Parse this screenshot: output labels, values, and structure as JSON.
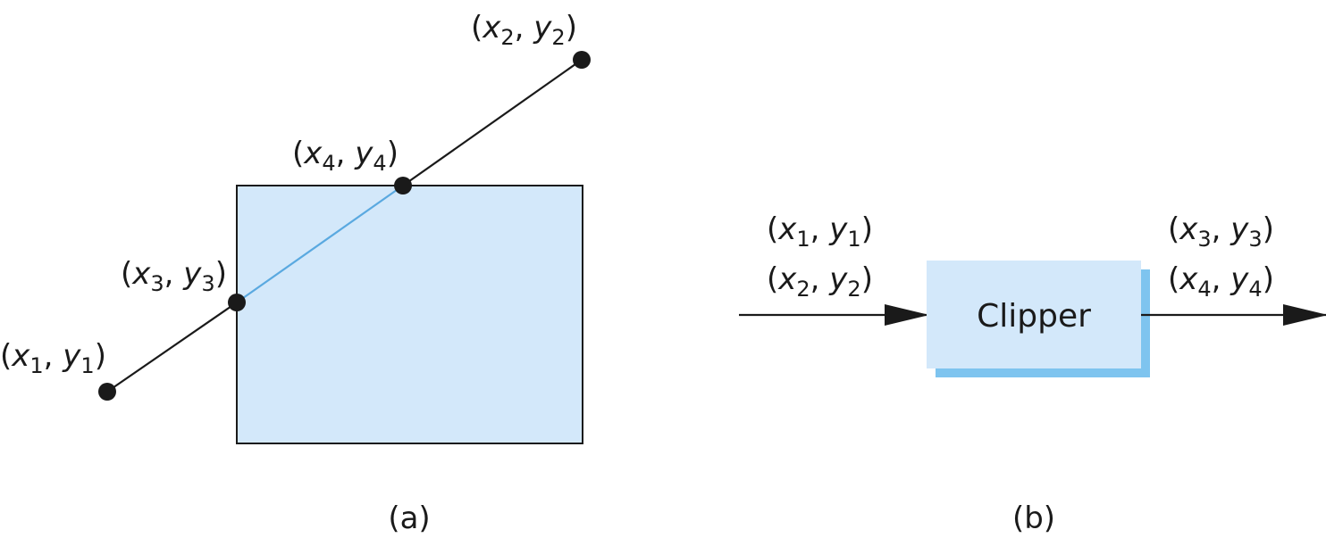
{
  "colors": {
    "region_fill": "#d3e8fa",
    "shadow": "#7ec4ef",
    "clipped_segment": "#5aa9e0",
    "ink": "#1a1a1a"
  },
  "panel_a": {
    "caption": "(a)",
    "points": {
      "p1": {
        "x": "x",
        "xs": "1",
        "y": "y",
        "ys": "1"
      },
      "p2": {
        "x": "x",
        "xs": "2",
        "y": "y",
        "ys": "2"
      },
      "p3": {
        "x": "x",
        "xs": "3",
        "y": "y",
        "ys": "3"
      },
      "p4": {
        "x": "x",
        "xs": "4",
        "y": "y",
        "ys": "4"
      }
    }
  },
  "panel_b": {
    "caption": "(b)",
    "box_label": "Clipper",
    "inputs": {
      "in1": {
        "x": "x",
        "xs": "1",
        "y": "y",
        "ys": "1"
      },
      "in2": {
        "x": "x",
        "xs": "2",
        "y": "y",
        "ys": "2"
      }
    },
    "outputs": {
      "out1": {
        "x": "x",
        "xs": "3",
        "y": "y",
        "ys": "3"
      },
      "out2": {
        "x": "x",
        "xs": "4",
        "y": "y",
        "ys": "4"
      }
    }
  }
}
